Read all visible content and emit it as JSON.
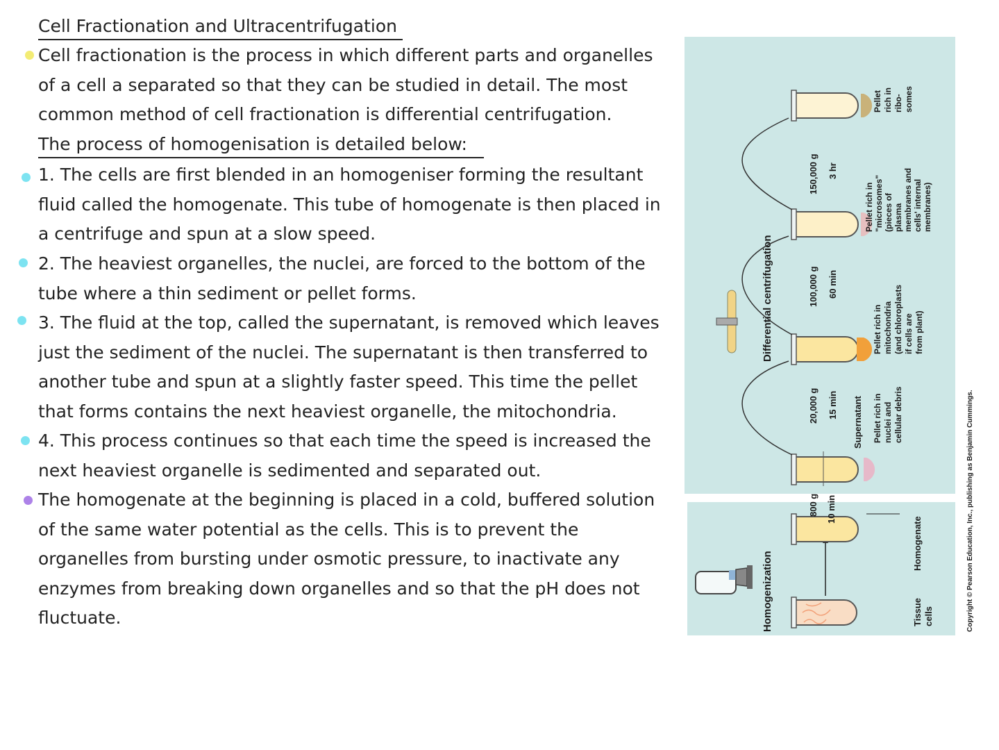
{
  "notes": {
    "title": "Cell Fractionation and Ultracentrifugation",
    "intro_lines": [
      "Cell fractionation is the process in which different parts and organelles",
      "of a cell a separated so that they can be studied in detail. The most",
      "common method of cell fractionation is differential centrifugation."
    ],
    "subheading": "The process of homogenisation is detailed below:",
    "steps": [
      {
        "lines": [
          "1. The cells are first blended in an homogeniser forming the resultant",
          "fluid called the homogenate. This tube of homogenate is then placed in",
          "a centrifuge and spun at a slow speed."
        ]
      },
      {
        "lines": [
          "2. The heaviest organelles, the nuclei, are forced to the bottom of the",
          "tube where a thin sediment or pellet forms."
        ]
      },
      {
        "lines": [
          "3. The fluid at the top, called the supernatant, is removed which leaves",
          "just the sediment of the nuclei. The supernatant is then transferred to",
          "another tube and spun at a slightly faster speed. This time the pellet",
          "that forms contains the next heaviest organelle, the  mitochondria."
        ]
      },
      {
        "lines": [
          "4. This process continues so that each time the speed is increased the",
          "next heaviest organelle is sedimented and separated out."
        ]
      }
    ],
    "closing_lines": [
      "The homogenate at the beginning is placed in a cold, buffered solution",
      "of the same water potential as the cells. This is to prevent the",
      "organelles from bursting under osmotic pressure, to inactivate any",
      "enzymes from breaking down organelles and so that the pH does not",
      "fluctuate."
    ]
  },
  "colors": {
    "bullet_yellow": "#f3ec74",
    "bullet_cyan": "#7de3f1",
    "bullet_purple": "#ad82e8",
    "panel_bg": "#cde7e6",
    "tube_fill": "#fbe7a3",
    "pellet": "#f1a03a"
  },
  "figure": {
    "section_homogenization": "Homogenization",
    "section_centrifugation": "Differential centrifugation",
    "label_tissue": [
      "Tissue",
      "cells"
    ],
    "label_homogenate": "Homogenate",
    "label_supernatant": "Supernatant",
    "spin1": {
      "force": "800 g",
      "time": "10 min"
    },
    "spin2": {
      "force": "20,000 g",
      "time": "15 min"
    },
    "spin3": {
      "force": "100,000 g",
      "time": "60 min"
    },
    "spin4": {
      "force": "150,000 g",
      "time": "3 hr"
    },
    "pellet_nuclei": [
      "Pellet rich in",
      "nuclei and",
      "cellular debris"
    ],
    "pellet_mito": [
      "Pellet rich in",
      "mitochondria",
      "(and chloroplasts",
      "if cells are",
      "from plant)"
    ],
    "pellet_microsomes": [
      "Pellet rich in",
      "\"microsomes\"",
      "(pieces of",
      "plasma",
      "membranes and",
      "cells' internal",
      "membranes)"
    ],
    "pellet_ribosomes": [
      "Pellet",
      "rich in",
      "ribo-",
      "somes"
    ],
    "copyright": "Copyright © Pearson Education, Inc., publishing as Benjamin Cummings."
  }
}
